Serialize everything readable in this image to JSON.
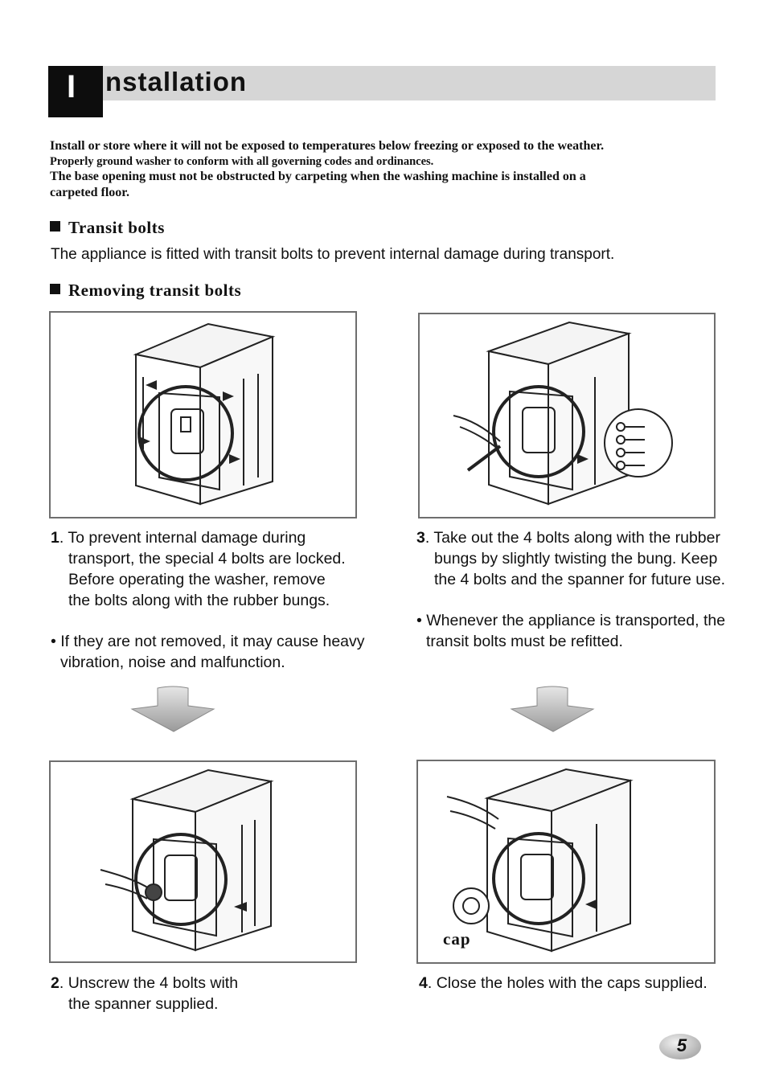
{
  "title": {
    "initial": "I",
    "rest": "nstallation"
  },
  "intro": {
    "line1": "Install or store where it will not be exposed to temperatures below freezing or exposed to the weather.",
    "line2": "Properly ground washer to conform with all governing codes and ordinances.",
    "line3": "The base opening must not be obstructed by carpeting when the washing machine is installed on a",
    "line4": "carpeted floor."
  },
  "transit": {
    "heading": "Transit bolts",
    "text": "The appliance is fitted with transit bolts to prevent internal damage during transport."
  },
  "removing": {
    "heading": "Removing transit bolts"
  },
  "steps": {
    "s1": {
      "num": "1",
      "lines": [
        "To prevent internal damage during",
        "transport, the special 4 bolts are locked.",
        "Before operating the washer, remove",
        "the bolts along with the rubber bungs."
      ],
      "bullet": [
        "• If they are not removed, it may cause heavy",
        "vibration, noise and malfunction."
      ]
    },
    "s2": {
      "num": "2",
      "lines": [
        "Unscrew the 4 bolts with",
        "the spanner supplied."
      ]
    },
    "s3": {
      "num": "3",
      "lines": [
        "Take out the 4 bolts along with the rubber",
        "bungs by slightly twisting the bung. Keep",
        "the 4 bolts and the spanner for future use."
      ],
      "bullet": [
        "• Whenever the appliance is transported, the",
        "transit bolts must be refitted."
      ]
    },
    "s4": {
      "num": "4",
      "lines": [
        "Close the holes with the caps supplied."
      ]
    }
  },
  "illustration_labels": {
    "cap": "cap"
  },
  "page_number": "5"
}
